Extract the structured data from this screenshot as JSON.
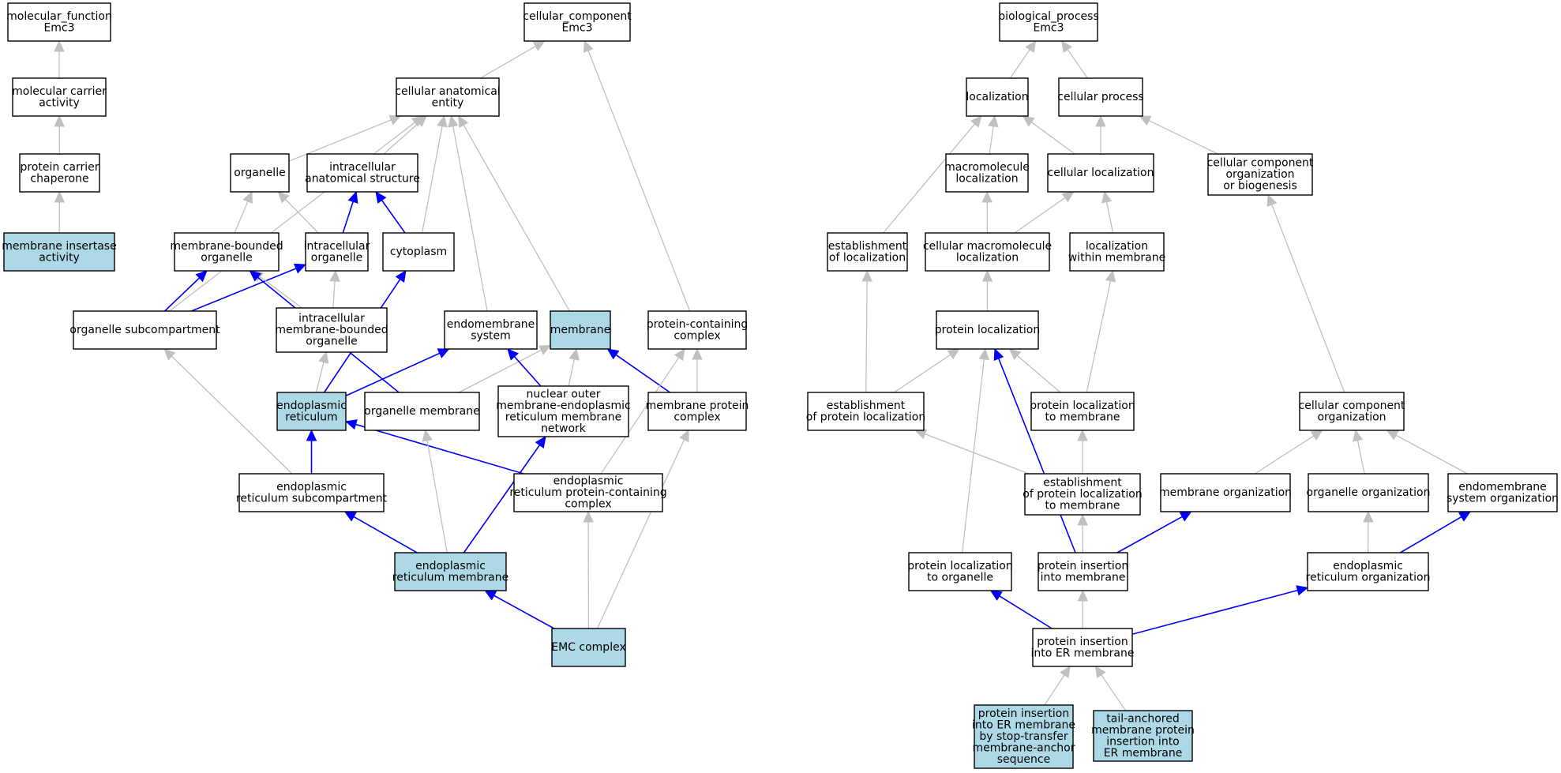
{
  "colors": {
    "background": "#ffffff",
    "node_fill": "#ffffff",
    "node_highlight_fill": "#add8e6",
    "node_border": "#000000",
    "edge_gray": "#c0c0c0",
    "edge_blue": "#0000ff"
  },
  "graph": {
    "nodes": [
      {
        "id": "mf_root",
        "lines": [
          "molecular_function",
          "Emc3"
        ],
        "highlight": false
      },
      {
        "id": "mol_carrier",
        "lines": [
          "molecular carrier",
          "activity"
        ],
        "highlight": false
      },
      {
        "id": "prot_carrier",
        "lines": [
          "protein carrier",
          "chaperone"
        ],
        "highlight": false
      },
      {
        "id": "insertase",
        "lines": [
          "membrane insertase",
          "activity"
        ],
        "highlight": true
      },
      {
        "id": "cc_root",
        "lines": [
          "cellular_component",
          "Emc3"
        ],
        "highlight": false
      },
      {
        "id": "cell_anat",
        "lines": [
          "cellular anatomical",
          "entity"
        ],
        "highlight": false
      },
      {
        "id": "organelle",
        "lines": [
          "organelle"
        ],
        "highlight": false
      },
      {
        "id": "intra_anat",
        "lines": [
          "intracellular",
          "anatomical structure"
        ],
        "highlight": false
      },
      {
        "id": "mem_bounded",
        "lines": [
          "membrane-bounded",
          "organelle"
        ],
        "highlight": false
      },
      {
        "id": "intra_org",
        "lines": [
          "intracellular",
          "organelle"
        ],
        "highlight": false
      },
      {
        "id": "cytoplasm",
        "lines": [
          "cytoplasm"
        ],
        "highlight": false
      },
      {
        "id": "org_subcomp",
        "lines": [
          "organelle subcompartment"
        ],
        "highlight": false
      },
      {
        "id": "intra_mb_org",
        "lines": [
          "intracellular",
          "membrane-bounded",
          "organelle"
        ],
        "highlight": false
      },
      {
        "id": "endomem_sys",
        "lines": [
          "endomembrane",
          "system"
        ],
        "highlight": false
      },
      {
        "id": "membrane",
        "lines": [
          "membrane"
        ],
        "highlight": true
      },
      {
        "id": "prot_complex",
        "lines": [
          "protein-containing",
          "complex"
        ],
        "highlight": false
      },
      {
        "id": "er",
        "lines": [
          "endoplasmic",
          "reticulum"
        ],
        "highlight": true
      },
      {
        "id": "org_membrane",
        "lines": [
          "organelle membrane"
        ],
        "highlight": false
      },
      {
        "id": "nuc_outer",
        "lines": [
          "nuclear outer",
          "membrane-endoplasmic",
          "reticulum membrane",
          "network"
        ],
        "highlight": false
      },
      {
        "id": "mem_prot_complex",
        "lines": [
          "membrane protein",
          "complex"
        ],
        "highlight": false
      },
      {
        "id": "er_subcomp",
        "lines": [
          "endoplasmic",
          "reticulum subcompartment"
        ],
        "highlight": false
      },
      {
        "id": "er_prot_complex",
        "lines": [
          "endoplasmic",
          "reticulum protein-containing",
          "complex"
        ],
        "highlight": false
      },
      {
        "id": "er_membrane",
        "lines": [
          "endoplasmic",
          "reticulum membrane"
        ],
        "highlight": true
      },
      {
        "id": "emc",
        "lines": [
          "EMC complex"
        ],
        "highlight": true
      },
      {
        "id": "bp_root",
        "lines": [
          "biological_process",
          "Emc3"
        ],
        "highlight": false
      },
      {
        "id": "localization",
        "lines": [
          "localization"
        ],
        "highlight": false
      },
      {
        "id": "cell_process",
        "lines": [
          "cellular process"
        ],
        "highlight": false
      },
      {
        "id": "macro_loc",
        "lines": [
          "macromolecule",
          "localization"
        ],
        "highlight": false
      },
      {
        "id": "cell_loc",
        "lines": [
          "cellular localization"
        ],
        "highlight": false
      },
      {
        "id": "cc_org_bio",
        "lines": [
          "cellular component",
          "organization",
          "or biogenesis"
        ],
        "highlight": false
      },
      {
        "id": "est_loc",
        "lines": [
          "establishment",
          "of localization"
        ],
        "highlight": false
      },
      {
        "id": "cell_macro_loc",
        "lines": [
          "cellular macromolecule",
          "localization"
        ],
        "highlight": false
      },
      {
        "id": "loc_within_mem",
        "lines": [
          "localization",
          "within membrane"
        ],
        "highlight": false
      },
      {
        "id": "prot_loc",
        "lines": [
          "protein localization"
        ],
        "highlight": false
      },
      {
        "id": "est_prot_loc",
        "lines": [
          "establishment",
          "of protein localization"
        ],
        "highlight": false
      },
      {
        "id": "prot_loc_mem",
        "lines": [
          "protein localization",
          "to membrane"
        ],
        "highlight": false
      },
      {
        "id": "cc_org",
        "lines": [
          "cellular component",
          "organization"
        ],
        "highlight": false
      },
      {
        "id": "est_prot_loc_mem",
        "lines": [
          "establishment",
          "of protein localization",
          "to membrane"
        ],
        "highlight": false
      },
      {
        "id": "mem_org",
        "lines": [
          "membrane organization"
        ],
        "highlight": false
      },
      {
        "id": "organelle_org",
        "lines": [
          "organelle organization"
        ],
        "highlight": false
      },
      {
        "id": "endomem_org",
        "lines": [
          "endomembrane",
          "system organization"
        ],
        "highlight": false
      },
      {
        "id": "prot_loc_org",
        "lines": [
          "protein localization",
          "to organelle"
        ],
        "highlight": false
      },
      {
        "id": "prot_ins_mem",
        "lines": [
          "protein insertion",
          "into membrane"
        ],
        "highlight": false
      },
      {
        "id": "er_org",
        "lines": [
          "endoplasmic",
          "reticulum organization"
        ],
        "highlight": false
      },
      {
        "id": "prot_ins_er",
        "lines": [
          "protein insertion",
          "into ER membrane"
        ],
        "highlight": false
      },
      {
        "id": "stop_transfer",
        "lines": [
          "protein insertion",
          "into ER membrane",
          "by stop-transfer",
          "membrane-anchor",
          "sequence"
        ],
        "highlight": true
      },
      {
        "id": "tail_anchored",
        "lines": [
          "tail-anchored",
          "membrane protein",
          "insertion into",
          "ER membrane"
        ],
        "highlight": true
      }
    ],
    "edges": [
      {
        "from": "mol_carrier",
        "to": "mf_root",
        "color": "gray"
      },
      {
        "from": "prot_carrier",
        "to": "mol_carrier",
        "color": "gray"
      },
      {
        "from": "insertase",
        "to": "prot_carrier",
        "color": "gray"
      },
      {
        "from": "cell_anat",
        "to": "cc_root",
        "color": "gray"
      },
      {
        "from": "prot_complex",
        "to": "cc_root",
        "color": "gray"
      },
      {
        "from": "organelle",
        "to": "cell_anat",
        "color": "gray"
      },
      {
        "from": "intra_anat",
        "to": "cell_anat",
        "color": "gray"
      },
      {
        "from": "org_subcomp",
        "to": "cell_anat",
        "color": "gray"
      },
      {
        "from": "cytoplasm",
        "to": "cell_anat",
        "color": "gray"
      },
      {
        "from": "endomem_sys",
        "to": "cell_anat",
        "color": "gray"
      },
      {
        "from": "membrane",
        "to": "cell_anat",
        "color": "gray"
      },
      {
        "from": "mem_bounded",
        "to": "organelle",
        "color": "gray"
      },
      {
        "from": "intra_org",
        "to": "organelle",
        "color": "gray"
      },
      {
        "from": "intra_org",
        "to": "intra_anat",
        "color": "blue"
      },
      {
        "from": "cytoplasm",
        "to": "intra_anat",
        "color": "blue"
      },
      {
        "from": "org_subcomp",
        "to": "mem_bounded",
        "color": "blue"
      },
      {
        "from": "org_subcomp",
        "to": "intra_org",
        "color": "blue"
      },
      {
        "from": "intra_mb_org",
        "to": "mem_bounded",
        "color": "gray"
      },
      {
        "from": "intra_mb_org",
        "to": "intra_org",
        "color": "gray"
      },
      {
        "from": "er",
        "to": "cytoplasm",
        "color": "blue"
      },
      {
        "from": "er",
        "to": "intra_mb_org",
        "color": "gray"
      },
      {
        "from": "er",
        "to": "endomem_sys",
        "color": "blue"
      },
      {
        "from": "org_membrane",
        "to": "mem_bounded",
        "color": "blue"
      },
      {
        "from": "org_membrane",
        "to": "membrane",
        "color": "gray"
      },
      {
        "from": "nuc_outer",
        "to": "endomem_sys",
        "color": "blue"
      },
      {
        "from": "nuc_outer",
        "to": "membrane",
        "color": "gray"
      },
      {
        "from": "mem_prot_complex",
        "to": "membrane",
        "color": "blue"
      },
      {
        "from": "mem_prot_complex",
        "to": "prot_complex",
        "color": "gray"
      },
      {
        "from": "er_subcomp",
        "to": "org_subcomp",
        "color": "gray"
      },
      {
        "from": "er_subcomp",
        "to": "er",
        "color": "blue"
      },
      {
        "from": "er_prot_complex",
        "to": "er",
        "color": "blue"
      },
      {
        "from": "er_prot_complex",
        "to": "prot_complex",
        "color": "gray"
      },
      {
        "from": "er_membrane",
        "to": "er_subcomp",
        "color": "blue"
      },
      {
        "from": "er_membrane",
        "to": "org_membrane",
        "color": "gray"
      },
      {
        "from": "er_membrane",
        "to": "nuc_outer",
        "color": "blue"
      },
      {
        "from": "emc",
        "to": "er_membrane",
        "color": "blue"
      },
      {
        "from": "emc",
        "to": "er_prot_complex",
        "color": "gray"
      },
      {
        "from": "emc",
        "to": "mem_prot_complex",
        "color": "gray"
      },
      {
        "from": "localization",
        "to": "bp_root",
        "color": "gray"
      },
      {
        "from": "cell_process",
        "to": "bp_root",
        "color": "gray"
      },
      {
        "from": "macro_loc",
        "to": "localization",
        "color": "gray"
      },
      {
        "from": "cell_loc",
        "to": "localization",
        "color": "gray"
      },
      {
        "from": "est_loc",
        "to": "localization",
        "color": "gray"
      },
      {
        "from": "cell_loc",
        "to": "cell_process",
        "color": "gray"
      },
      {
        "from": "cc_org_bio",
        "to": "cell_process",
        "color": "gray"
      },
      {
        "from": "cell_macro_loc",
        "to": "macro_loc",
        "color": "gray"
      },
      {
        "from": "cell_macro_loc",
        "to": "cell_loc",
        "color": "gray"
      },
      {
        "from": "loc_within_mem",
        "to": "cell_loc",
        "color": "gray"
      },
      {
        "from": "prot_loc",
        "to": "cell_macro_loc",
        "color": "gray"
      },
      {
        "from": "est_prot_loc",
        "to": "est_loc",
        "color": "gray"
      },
      {
        "from": "est_prot_loc",
        "to": "prot_loc",
        "color": "gray"
      },
      {
        "from": "prot_loc_mem",
        "to": "prot_loc",
        "color": "gray"
      },
      {
        "from": "prot_loc_mem",
        "to": "loc_within_mem",
        "color": "gray"
      },
      {
        "from": "cc_org",
        "to": "cc_org_bio",
        "color": "gray"
      },
      {
        "from": "est_prot_loc_mem",
        "to": "est_prot_loc",
        "color": "gray"
      },
      {
        "from": "est_prot_loc_mem",
        "to": "prot_loc_mem",
        "color": "gray"
      },
      {
        "from": "mem_org",
        "to": "cc_org",
        "color": "gray"
      },
      {
        "from": "organelle_org",
        "to": "cc_org",
        "color": "gray"
      },
      {
        "from": "endomem_org",
        "to": "cc_org",
        "color": "gray"
      },
      {
        "from": "prot_loc_org",
        "to": "prot_loc",
        "color": "gray"
      },
      {
        "from": "prot_ins_mem",
        "to": "prot_loc",
        "color": "blue"
      },
      {
        "from": "prot_ins_mem",
        "to": "est_prot_loc_mem",
        "color": "gray"
      },
      {
        "from": "prot_ins_mem",
        "to": "mem_org",
        "color": "blue"
      },
      {
        "from": "er_org",
        "to": "organelle_org",
        "color": "gray"
      },
      {
        "from": "er_org",
        "to": "endomem_org",
        "color": "blue"
      },
      {
        "from": "prot_ins_er",
        "to": "prot_loc_org",
        "color": "blue"
      },
      {
        "from": "prot_ins_er",
        "to": "prot_ins_mem",
        "color": "gray"
      },
      {
        "from": "prot_ins_er",
        "to": "er_org",
        "color": "blue"
      },
      {
        "from": "stop_transfer",
        "to": "prot_ins_er",
        "color": "gray"
      },
      {
        "from": "tail_anchored",
        "to": "prot_ins_er",
        "color": "gray"
      }
    ]
  }
}
